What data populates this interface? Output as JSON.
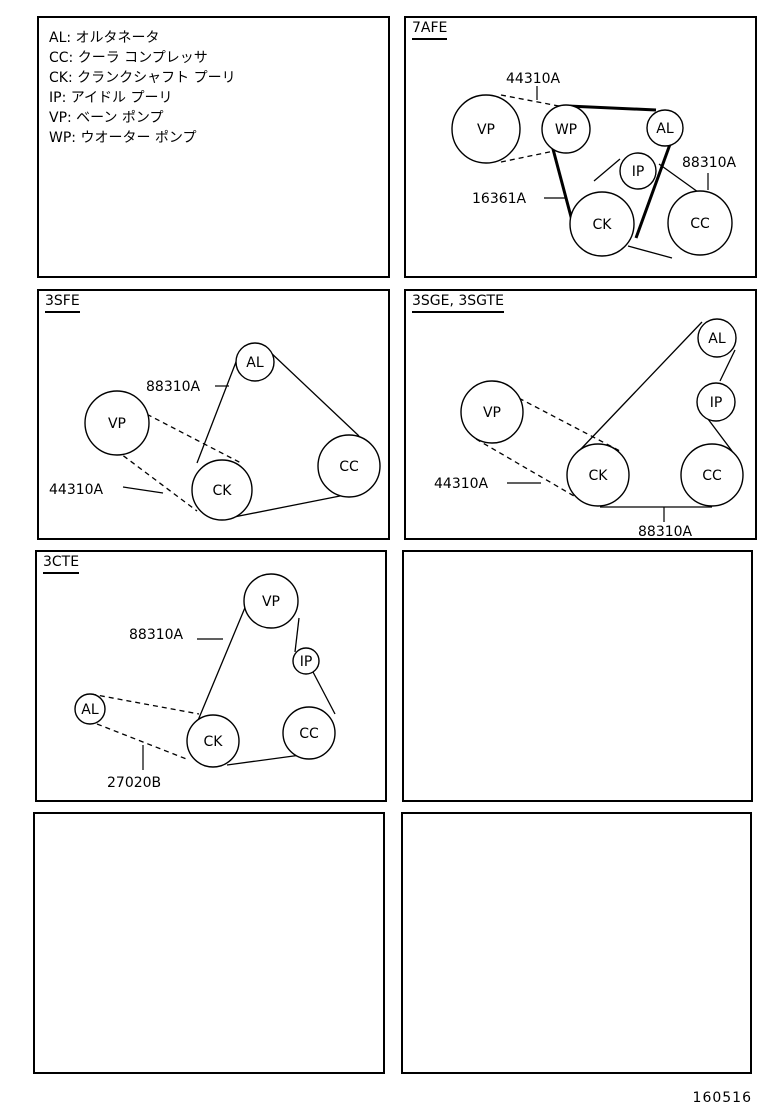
{
  "legend": [
    "AL: オルタネータ",
    "CC: クーラ コンプレッサ",
    "CK: クランクシャフト プーリ",
    "IP: アイドル プーリ",
    "VP: ベーン ポンプ",
    "WP: ウオーター ポンプ"
  ],
  "panels": {
    "p7afe": {
      "title": "7AFE",
      "pulleys": {
        "vp": "VP",
        "wp": "WP",
        "al": "AL",
        "ip": "IP",
        "ck": "CK",
        "cc": "CC"
      },
      "parts": {
        "a": "44310A",
        "b": "16361A",
        "c": "88310A"
      }
    },
    "p3sfe": {
      "title": "3SFE",
      "pulleys": {
        "al": "AL",
        "vp": "VP",
        "ck": "CK",
        "cc": "CC"
      },
      "parts": {
        "a": "88310A",
        "b": "44310A"
      }
    },
    "p3sge": {
      "title": "3SGE, 3SGTE",
      "pulleys": {
        "al": "AL",
        "ip": "IP",
        "vp": "VP",
        "ck": "CK",
        "cc": "CC"
      },
      "parts": {
        "a": "44310A",
        "b": "88310A"
      }
    },
    "p3cte": {
      "title": "3CTE",
      "pulleys": {
        "vp": "VP",
        "ip": "IP",
        "al": "AL",
        "ck": "CK",
        "cc": "CC"
      },
      "parts": {
        "a": "88310A",
        "b": "27020B"
      }
    }
  },
  "footer": "160516"
}
